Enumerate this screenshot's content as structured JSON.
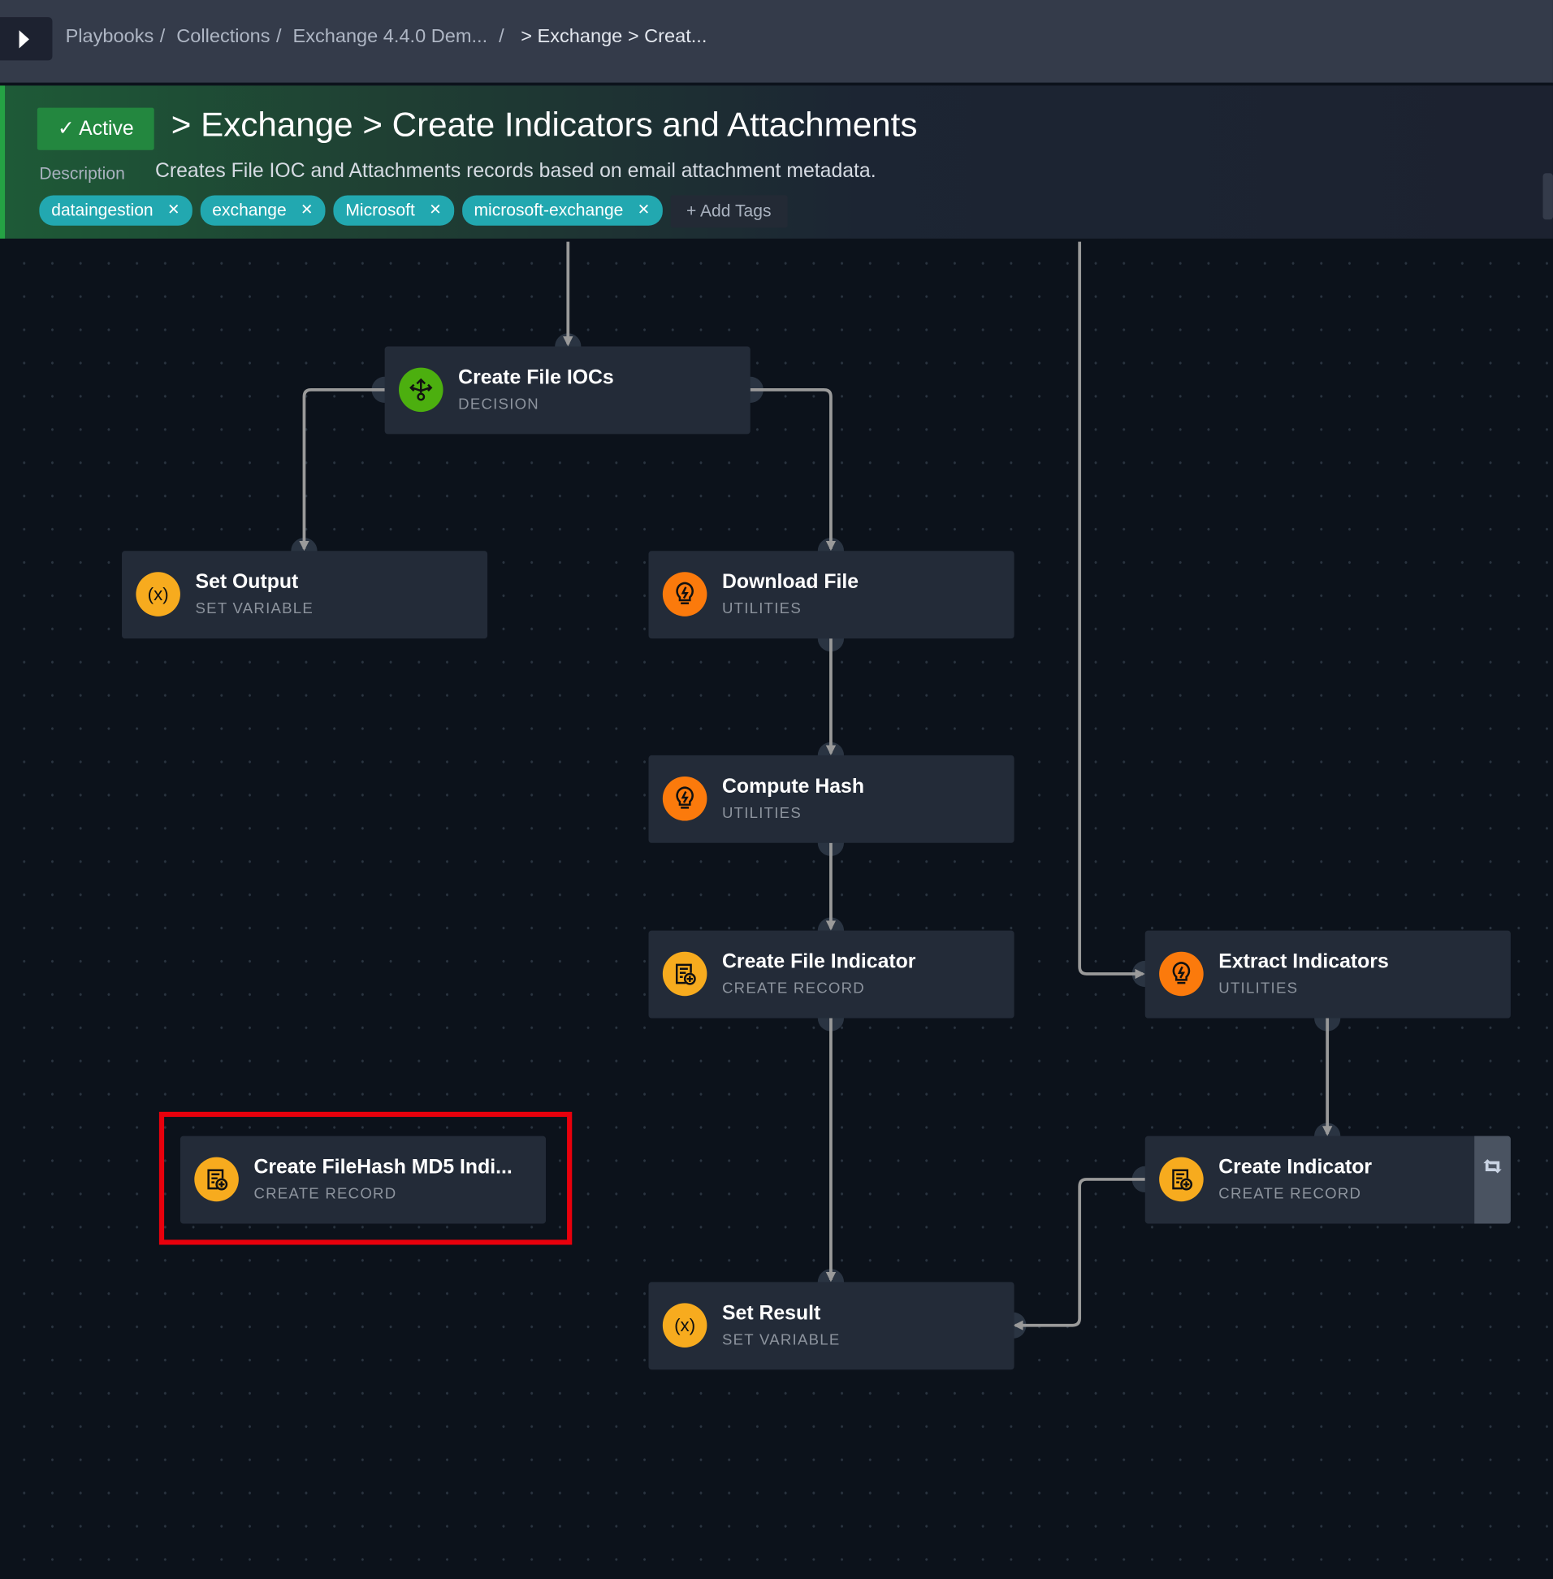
{
  "breadcrumb": {
    "items": [
      "Playbooks",
      "Collections",
      "Exchange 4.4.0 Dem..."
    ],
    "current": "> Exchange > Creat..."
  },
  "header": {
    "status": "Active",
    "title": "> Exchange > Create Indicators and Attachments",
    "description_label": "Description",
    "description": "Creates File IOC and Attachments records based on email attachment metadata.",
    "tags": [
      "dataingestion",
      "exchange",
      "Microsoft",
      "microsoft-exchange"
    ],
    "add_tags": "+ Add Tags"
  },
  "nodes": [
    {
      "name": "Create File IOCs",
      "type": "DECISION",
      "icon": "decision-icon",
      "color": "#4caf0f"
    },
    {
      "name": "Set Output",
      "type": "SET VARIABLE",
      "icon": "variable-icon",
      "color": "#f7ab1e"
    },
    {
      "name": "Download File",
      "type": "UTILITIES",
      "icon": "lightbulb-icon",
      "color": "#fb7a0c"
    },
    {
      "name": "Compute Hash",
      "type": "UTILITIES",
      "icon": "lightbulb-icon",
      "color": "#fb7a0c"
    },
    {
      "name": "Create File Indicator",
      "type": "CREATE RECORD",
      "icon": "create-record-icon",
      "color": "#f7ab1e"
    },
    {
      "name": "Extract Indicators",
      "type": "UTILITIES",
      "icon": "lightbulb-icon",
      "color": "#fb7a0c"
    },
    {
      "name": "Create FileHash MD5 Indi...",
      "type": "CREATE RECORD",
      "icon": "create-record-icon",
      "color": "#f7ab1e"
    },
    {
      "name": "Create Indicator",
      "type": "CREATE RECORD",
      "icon": "create-record-icon",
      "color": "#f7ab1e"
    },
    {
      "name": "Set Result",
      "type": "SET VARIABLE",
      "icon": "variable-icon",
      "color": "#f7ab1e"
    }
  ],
  "variable_glyph": "(x)",
  "highlight_color": "#e8000c"
}
